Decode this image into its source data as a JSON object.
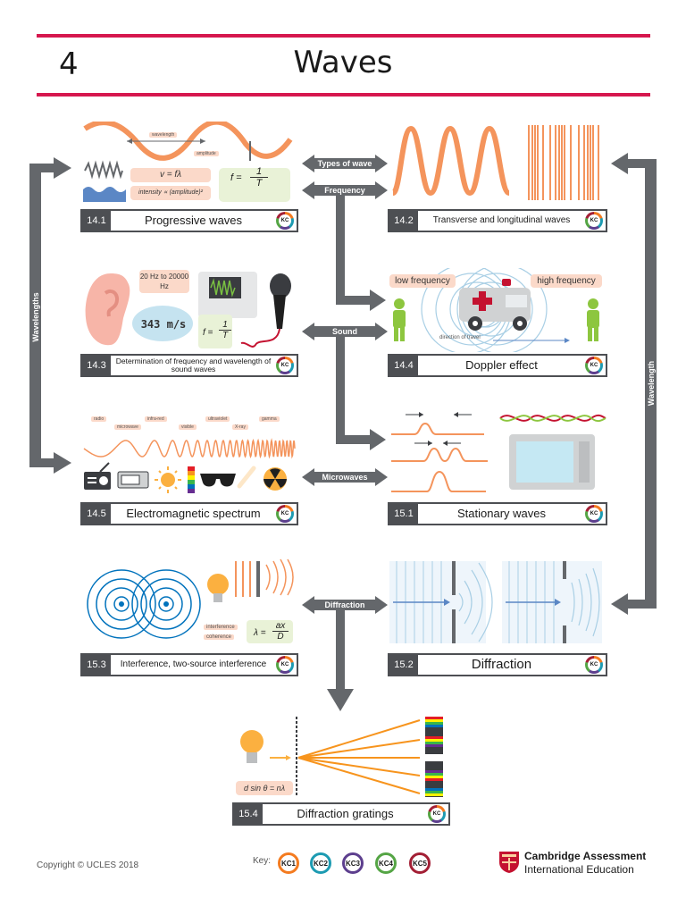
{
  "header": {
    "number": "4",
    "title": "Waves"
  },
  "topics": {
    "t141": {
      "code": "14.1",
      "title": "Progressive waves"
    },
    "t142": {
      "code": "14.2",
      "title": "Transverse and longitudinal waves"
    },
    "t143": {
      "code": "14.3",
      "title": "Determination of frequency and wavelength of sound waves"
    },
    "t144": {
      "code": "14.4",
      "title": "Doppler effect"
    },
    "t145": {
      "code": "14.5",
      "title": "Electromagnetic spectrum"
    },
    "t151": {
      "code": "15.1",
      "title": "Stationary waves"
    },
    "t153": {
      "code": "15.3",
      "title": "Interference, two-source interference"
    },
    "t152": {
      "code": "15.2",
      "title": "Diffraction"
    },
    "t154": {
      "code": "15.4",
      "title": "Diffraction gratings"
    }
  },
  "kc_badge": "KC",
  "links": {
    "types_of_wave": "Types of wave",
    "frequency": "Frequency",
    "sound": "Sound",
    "microwaves": "Microwaves",
    "diffraction": "Diffraction",
    "wavelengths": "Wavelengths",
    "wavelength": "Wavelength"
  },
  "illustrations": {
    "wavelength_label": "wavelength",
    "amplitude_label": "amplitude",
    "eq_wave": "v = fλ",
    "eq_intensity": "intensity ∝ (amplitude)²",
    "eq_f_lhs": "f =",
    "eq_num": "1",
    "eq_den": "T",
    "range": "20 Hz to 20000 Hz",
    "speed": "343 m/s",
    "low_freq": "low frequency",
    "high_freq": "high frequency",
    "travel": "direction of travel",
    "em_bands": [
      "radio",
      "microwave",
      "infra-red",
      "visible",
      "ultraviolet",
      "X-ray",
      "gamma"
    ],
    "interference": "interference",
    "coherence": "coherence",
    "lambda_lhs": "λ =",
    "lambda_num": "ax",
    "lambda_den": "D",
    "grating_eq": "d sin θ = nλ"
  },
  "footer": {
    "copyright": "Copyright © UCLES 2018",
    "key_label": "Key:",
    "key_items": [
      "KC1",
      "KC2",
      "KC3",
      "KC4",
      "KC5"
    ],
    "org_line1": "Cambridge Assessment",
    "org_line2": "International Education"
  },
  "colors": {
    "accent": "#d6174e",
    "wave": "#f4945c",
    "grey": "#64676b",
    "kc1": "#f47b20",
    "kc2": "#1d9bb2",
    "kc3": "#5d3f8e",
    "kc4": "#55a545",
    "kc5": "#a31f35"
  }
}
